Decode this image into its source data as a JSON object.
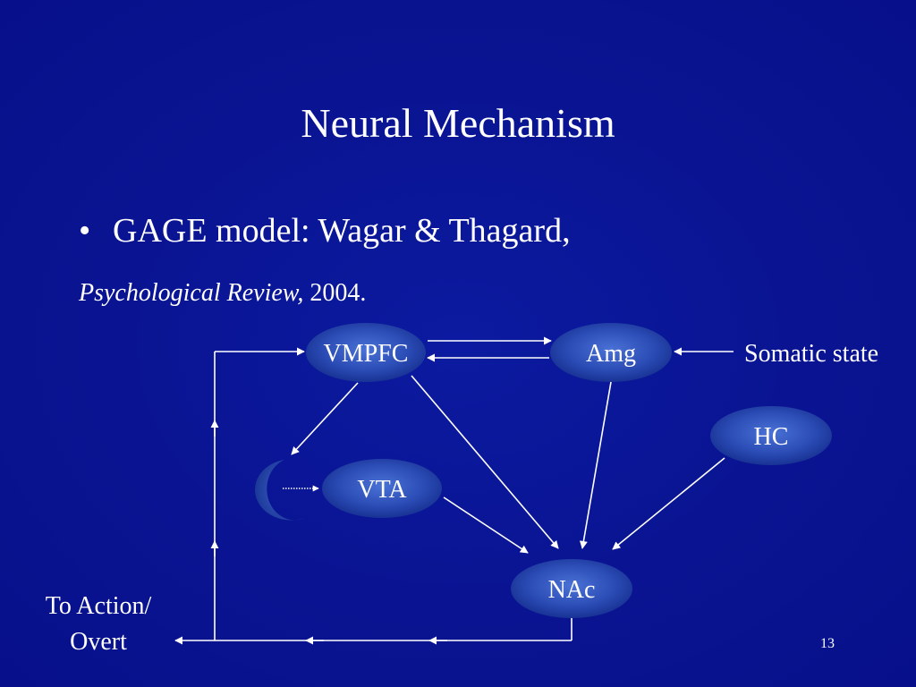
{
  "slide": {
    "title": "Neural Mechanism",
    "bullet": {
      "marker": "•",
      "text": "GAGE model:  Wagar & Thagard,"
    },
    "citation": {
      "journal": "Psychological  Review,",
      "year": " 2004."
    },
    "page_number": "13"
  },
  "diagram": {
    "nodes": {
      "vmpfc": "VMPFC",
      "amg": "Amg",
      "hc": "HC",
      "vta": "VTA",
      "nac": "NAc"
    },
    "labels": {
      "somatic_state": "Somatic state",
      "to_action_line1": "To Action/",
      "to_action_line2": "Overt"
    }
  },
  "colors": {
    "background": "#0a1492",
    "node_fill_center": "#3a5fc8",
    "node_fill_edge": "#16308f",
    "text": "#ffffff"
  }
}
